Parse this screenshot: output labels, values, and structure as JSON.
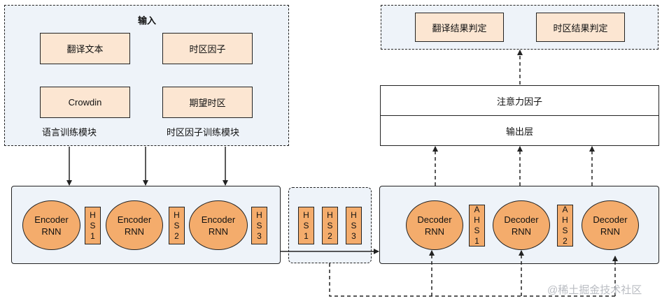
{
  "input_panel": {
    "title": "输入",
    "boxes": [
      "翻译文本",
      "时区因子",
      "Crowdin",
      "期望时区"
    ],
    "module_labels": [
      "语言训练模块",
      "时区因子训练模块"
    ]
  },
  "encoder_panel": {
    "encoders": [
      "Encoder\nRNN",
      "Encoder\nRNN",
      "Encoder\nRNN"
    ],
    "hidden_states": [
      "H\nS\n1",
      "H\nS\n2",
      "H\nS\n3"
    ]
  },
  "middle_panel": {
    "hidden_states": [
      "H\nS\n1",
      "H\nS\n2",
      "H\nS\n3"
    ]
  },
  "decoder_panel": {
    "decoders": [
      "Decoder\nRNN",
      "Decoder\nRNN",
      "Decoder\nRNN"
    ],
    "attention_states": [
      "A\nH\nS\n1",
      "A\nH\nS\n2"
    ]
  },
  "stack": {
    "attention_factor": "注意力因子",
    "output_layer": "输出层"
  },
  "result_panel": {
    "boxes": [
      "翻译结果判定",
      "时区结果判定"
    ]
  },
  "watermark": "@稀土掘金技术社区"
}
